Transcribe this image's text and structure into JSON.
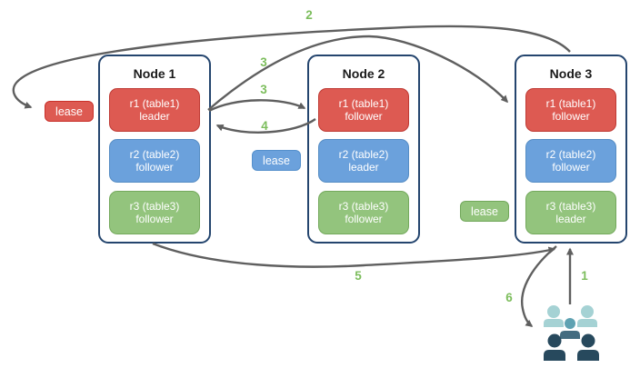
{
  "nodes": [
    {
      "title": "Node 1",
      "replicas": [
        {
          "name": "r1 (table1)",
          "role": "leader",
          "color": "red"
        },
        {
          "name": "r2 (table2)",
          "role": "follower",
          "color": "blue"
        },
        {
          "name": "r3 (table3)",
          "role": "follower",
          "color": "green"
        }
      ]
    },
    {
      "title": "Node 2",
      "replicas": [
        {
          "name": "r1 (table1)",
          "role": "follower",
          "color": "red"
        },
        {
          "name": "r2 (table2)",
          "role": "leader",
          "color": "blue"
        },
        {
          "name": "r3 (table3)",
          "role": "follower",
          "color": "green"
        }
      ]
    },
    {
      "title": "Node 3",
      "replicas": [
        {
          "name": "r1 (table1)",
          "role": "follower",
          "color": "red"
        },
        {
          "name": "r2 (table2)",
          "role": "follower",
          "color": "blue"
        },
        {
          "name": "r3 (table3)",
          "role": "leader",
          "color": "green"
        }
      ]
    }
  ],
  "leases": [
    {
      "text": "lease",
      "color": "red"
    },
    {
      "text": "lease",
      "color": "blue"
    },
    {
      "text": "lease",
      "color": "green"
    }
  ],
  "step_labels": [
    {
      "text": "1"
    },
    {
      "text": "2"
    },
    {
      "text": "3"
    },
    {
      "text": "3"
    },
    {
      "text": "4"
    },
    {
      "text": "5"
    },
    {
      "text": "6"
    }
  ],
  "icons": {
    "users": "users-group-icon"
  },
  "colors": {
    "red_fill": "#dd5a52",
    "red_border": "#bf3a34",
    "blue_fill": "#6ba1dc",
    "blue_border": "#568dc4",
    "green_fill": "#93c47d",
    "green_border": "#74a95c",
    "node_border": "#24456e",
    "arrow": "#5f5f5f",
    "step_label": "#7cbd5c",
    "users_light": "#a5d2d4",
    "users_mid": "#5fa2b2",
    "users_slate": "#446c80",
    "users_dark": "#27495d"
  }
}
